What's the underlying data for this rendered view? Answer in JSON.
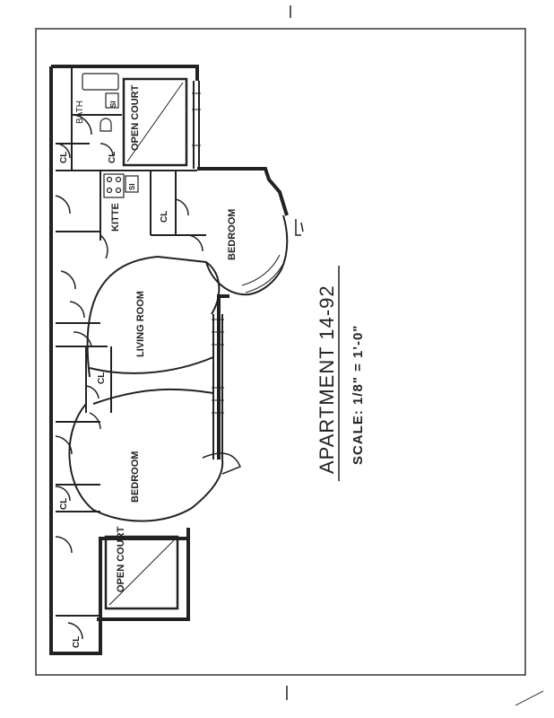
{
  "plan": {
    "title": "APARTMENT 14-92",
    "scale": "SCALE: 1/8\" = 1'-0\"",
    "rooms": {
      "bath": "BATH",
      "open_court_top": "OPEN COURT",
      "kitte": "KITTE",
      "bedroom_right": "BEDROOM",
      "living_room": "LIVING ROOM",
      "bedroom_left": "BEDROOM",
      "open_court_bottom": "OPEN COURT"
    },
    "closets": {
      "cl_1": "CL",
      "cl_2": "CL",
      "cl_3": "CL",
      "cl_4": "CL",
      "cl_5": "CL",
      "cl_6": "CL"
    },
    "fixtures": {
      "sink_bath": "SI",
      "sink_kitchen": "SI"
    }
  }
}
